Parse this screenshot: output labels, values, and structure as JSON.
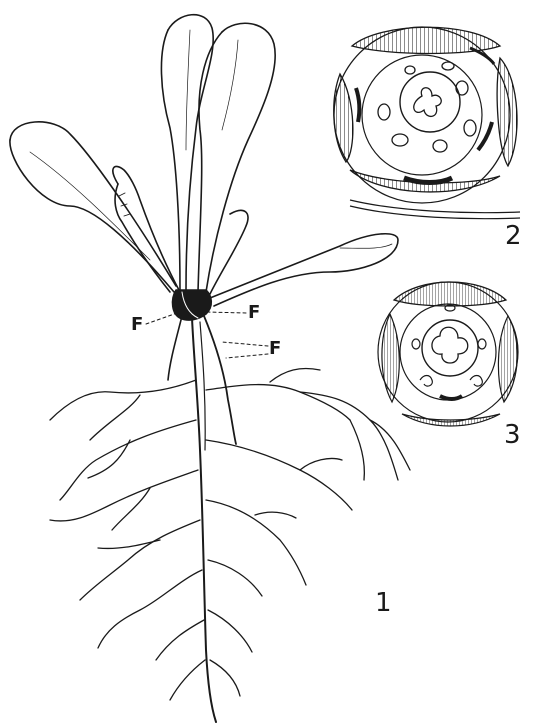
{
  "figure_labels": {
    "fig1": "1",
    "fig2": "2",
    "fig3": "3"
  },
  "annotations": {
    "f_1": "F",
    "f_2": "F",
    "f_3": "F"
  },
  "colors": {
    "ink": "#1a1a1a",
    "paper": "#ffffff"
  }
}
